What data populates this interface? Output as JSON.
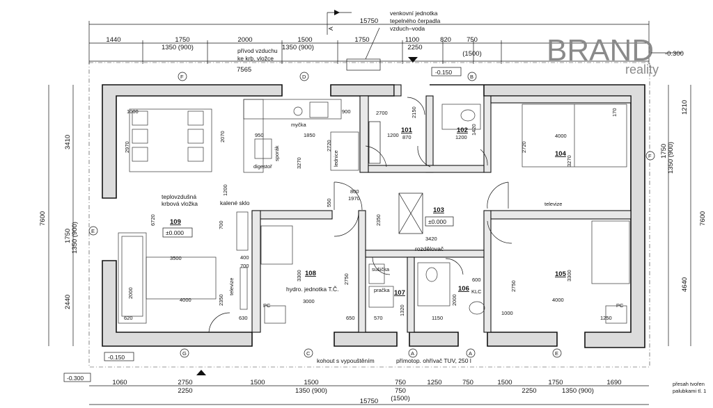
{
  "brand": {
    "name": "BRAND",
    "sub": "reality",
    "level_top": "-0.300"
  },
  "levels": {
    "entry": "-0.150",
    "door_top": "-0.150",
    "ground": "-0.300",
    "room103": "±0.000",
    "room109": "±0.000"
  },
  "notes": {
    "heat_pump": [
      "venkovní jednotka",
      "tepelného čerpadla",
      "vzduch–voda"
    ],
    "air_supply": [
      "přívod vzduchu",
      "ke krb. vložce"
    ],
    "fireplace": [
      "teplovzdušná",
      "krbová vložka"
    ],
    "glass": "kalené sklo",
    "tap": "kohout s vypouštěním",
    "heater": "přímotop. ohřívač TUV, 250 l",
    "overhang": [
      "přesah tvořen",
      "palubkami tl. 1"
    ],
    "hydro": "hydro. jednotka T.Č.",
    "distributor": "rozdělovač",
    "washer": "pračka",
    "dryer": "sušička",
    "dishwasher": "myčka",
    "stove": "sporák",
    "hood": "digestoř",
    "fridge": "lednice",
    "tv1": "televize",
    "tv2": "televize",
    "pc1": "PC",
    "pc2": "PC",
    "klc": "KLC"
  },
  "rooms": [
    {
      "id": "101"
    },
    {
      "id": "102"
    },
    {
      "id": "103"
    },
    {
      "id": "104"
    },
    {
      "id": "105"
    },
    {
      "id": "106"
    },
    {
      "id": "107"
    },
    {
      "id": "108"
    },
    {
      "id": "109"
    }
  ],
  "dims_top_total": "15750",
  "dims_top_1": [
    "1440",
    "1750",
    "2000",
    "1500",
    "1750",
    "1100",
    "820",
    "750"
  ],
  "dims_top_2": [
    "1350 (900)",
    "1350 (900)",
    "2250",
    "(1500)"
  ],
  "dims_bottom_1": [
    "1060",
    "2750",
    "1500",
    "1500",
    "750",
    "1250",
    "750",
    "1500",
    "1750",
    "1690"
  ],
  "dims_bottom_2": [
    "2250",
    "1350 (900)",
    "750",
    "(1500)",
    "2250",
    "1350 (900)"
  ],
  "dims_bottom_total": "15750",
  "dims_left": [
    "3410",
    "7600",
    "1750",
    "1350 (900)",
    "2440"
  ],
  "dims_right": [
    "1210",
    "1750",
    "1350 (900)",
    "7600",
    "4640"
  ],
  "inner_dims": {
    "liv_w": "3500",
    "liv_w2": "4000",
    "liv_h": "6720",
    "liv_d1": "2970",
    "liv_d2": "2000",
    "kit_1": "1000",
    "kit_2": "2070",
    "kit_3": "950",
    "kit_4": "1850",
    "kit_5": "3270",
    "kit_6": "900",
    "kit_7": "2720",
    "kit_8": "1200",
    "kit_9": "700",
    "h101_1": "2700",
    "h101_2": "1200",
    "h101_3": "870",
    "w102_1": "1200",
    "w102_2": "2150",
    "w102_3": "1420",
    "r104_w": "4000",
    "r104_h": "3270",
    "r104_d": "2720",
    "r104_s": "170",
    "c103_1": "800",
    "c103_2": "1970",
    "c103_3": "3420",
    "c103_4": "2350",
    "c103_5": "550",
    "r108_w": "3000",
    "r108_h": "3300",
    "r108_d": "2750",
    "r105_w": "4000",
    "r105_h": "3300",
    "r105_d": "2750",
    "r105_e": "1000",
    "r105_f": "1250",
    "b107_1": "570",
    "b107_2": "1320",
    "b107_3": "650",
    "b106_1": "1150",
    "b106_2": "2000",
    "b106_3": "600",
    "p109_1": "620",
    "p109_2": "2350",
    "p109_3": "630",
    "p109_4": "400",
    "p109_5": "700"
  },
  "axes": {
    "A": "A",
    "B": "B",
    "C": "C",
    "D": "D",
    "E": "E",
    "F": "F",
    "G": "G"
  },
  "section_mark": "A"
}
